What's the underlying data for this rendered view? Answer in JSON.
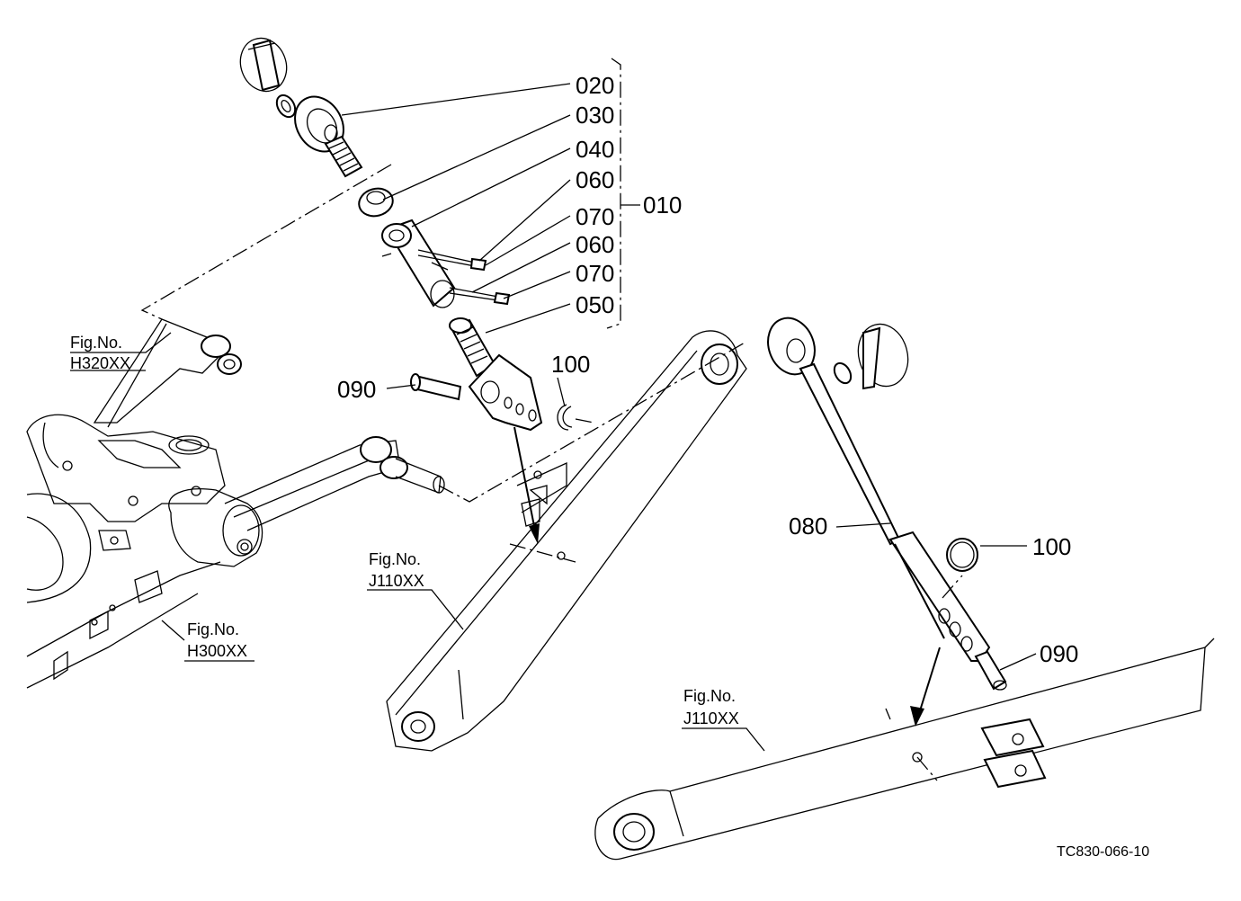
{
  "callouts": {
    "p020": "020",
    "p030": "030",
    "p040": "040",
    "p060a": "060",
    "p070a": "070",
    "p060b": "060",
    "p070b": "070",
    "p050": "050",
    "p010": "010",
    "p090a": "090",
    "p100a": "100",
    "p080": "080",
    "p100b": "100",
    "p090b": "090"
  },
  "figure_refs": {
    "h320": {
      "label": "Fig.No.",
      "code": "H320XX"
    },
    "h300": {
      "label": "Fig.No.",
      "code": "H300XX"
    },
    "j110a": {
      "label": "Fig.No.",
      "code": "J110XX"
    },
    "j110b": {
      "label": "Fig.No.",
      "code": "J110XX"
    }
  },
  "drawing_code": "TC830-066-10"
}
